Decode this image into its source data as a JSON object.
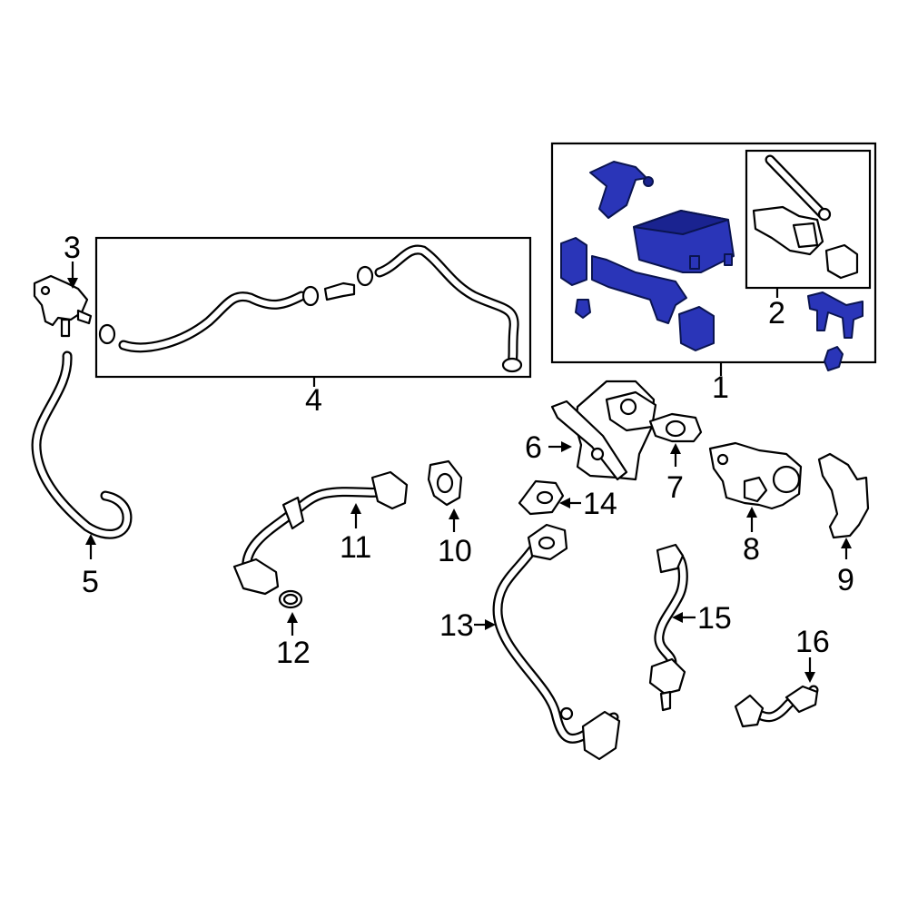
{
  "callouts": [
    {
      "id": "1",
      "label": "1"
    },
    {
      "id": "2",
      "label": "2"
    },
    {
      "id": "3",
      "label": "3"
    },
    {
      "id": "4",
      "label": "4"
    },
    {
      "id": "5",
      "label": "5"
    },
    {
      "id": "6",
      "label": "6"
    },
    {
      "id": "7",
      "label": "7"
    },
    {
      "id": "8",
      "label": "8"
    },
    {
      "id": "9",
      "label": "9"
    },
    {
      "id": "10",
      "label": "10"
    },
    {
      "id": "11",
      "label": "11"
    },
    {
      "id": "12",
      "label": "12"
    },
    {
      "id": "13",
      "label": "13"
    },
    {
      "id": "14",
      "label": "14"
    },
    {
      "id": "15",
      "label": "15"
    },
    {
      "id": "16",
      "label": "16"
    }
  ],
  "colors": {
    "highlight": "#2a35b8",
    "highlight_dark": "#1a2390",
    "line": "#000000",
    "background": "#ffffff"
  }
}
